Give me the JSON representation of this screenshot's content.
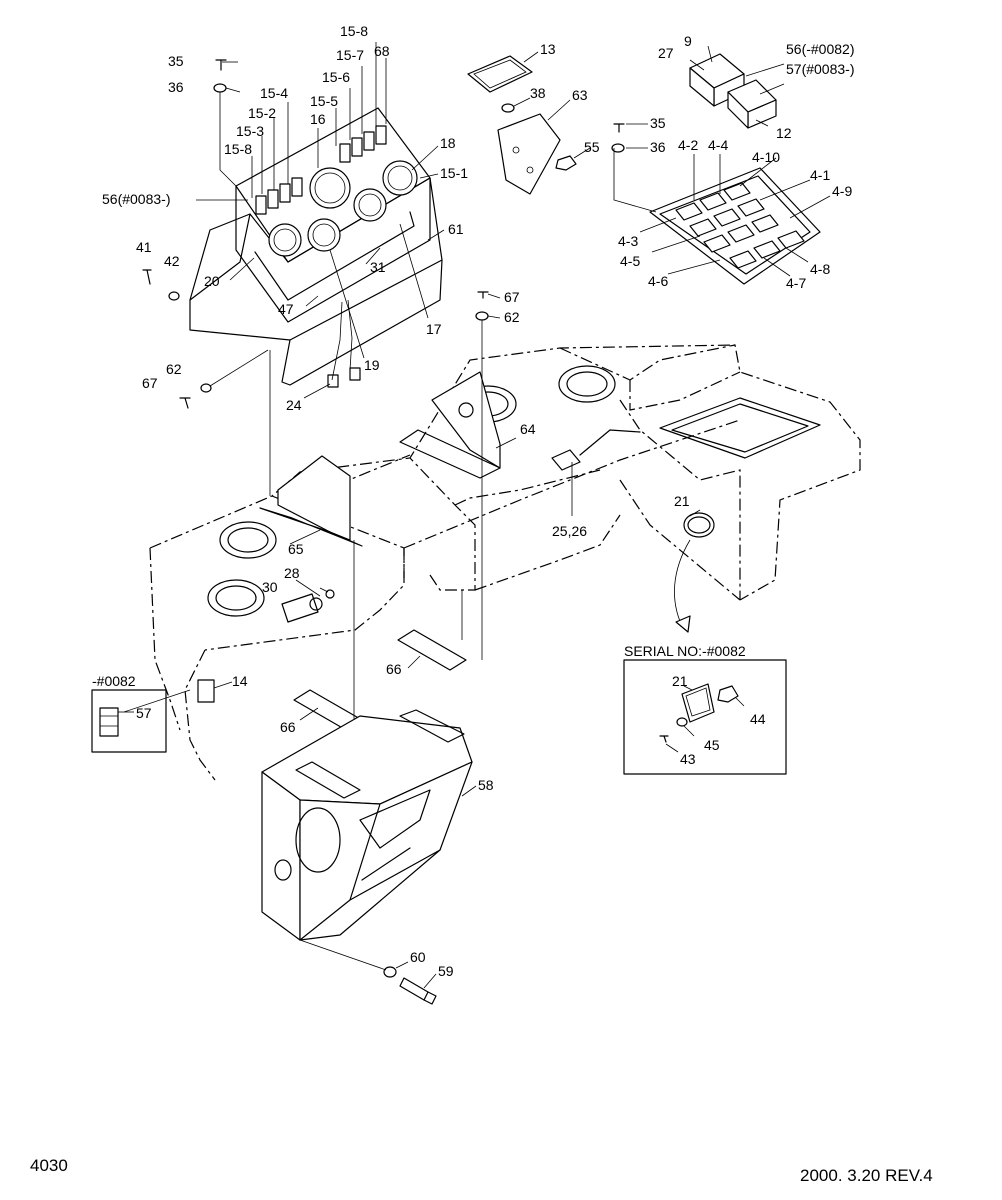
{
  "page_number": "4030",
  "revision": "2000. 3.20  REV.4",
  "serial_box_title": "SERIAL NO:-#0082",
  "small_box_title": "-#0082",
  "callouts": [
    {
      "id": "c-35a",
      "text": "35"
    },
    {
      "id": "c-36a",
      "text": "36"
    },
    {
      "id": "c-15-8a",
      "text": "15-8"
    },
    {
      "id": "c-15-7",
      "text": "15-7"
    },
    {
      "id": "c-68",
      "text": "68"
    },
    {
      "id": "c-15-6",
      "text": "15-6"
    },
    {
      "id": "c-15-5",
      "text": "15-5"
    },
    {
      "id": "c-15-4",
      "text": "15-4"
    },
    {
      "id": "c-15-2",
      "text": "15-2"
    },
    {
      "id": "c-15-3",
      "text": "15-3"
    },
    {
      "id": "c-15-8b",
      "text": "15-8"
    },
    {
      "id": "c-16",
      "text": "16"
    },
    {
      "id": "c-18",
      "text": "18"
    },
    {
      "id": "c-15-1",
      "text": "15-1"
    },
    {
      "id": "c-56-0083",
      "text": "56(#0083-)"
    },
    {
      "id": "c-61",
      "text": "61"
    },
    {
      "id": "c-41",
      "text": "41"
    },
    {
      "id": "c-42",
      "text": "42"
    },
    {
      "id": "c-20",
      "text": "20"
    },
    {
      "id": "c-31",
      "text": "31"
    },
    {
      "id": "c-47",
      "text": "47"
    },
    {
      "id": "c-17",
      "text": "17"
    },
    {
      "id": "c-19",
      "text": "19"
    },
    {
      "id": "c-62a",
      "text": "62"
    },
    {
      "id": "c-67a",
      "text": "67"
    },
    {
      "id": "c-24",
      "text": "24"
    },
    {
      "id": "c-13",
      "text": "13"
    },
    {
      "id": "c-38",
      "text": "38"
    },
    {
      "id": "c-63",
      "text": "63"
    },
    {
      "id": "c-55",
      "text": "55"
    },
    {
      "id": "c-35b",
      "text": "35"
    },
    {
      "id": "c-36b",
      "text": "36"
    },
    {
      "id": "c-9",
      "text": "9"
    },
    {
      "id": "c-27",
      "text": "27"
    },
    {
      "id": "c-56-0082",
      "text": "56(-#0082)"
    },
    {
      "id": "c-57-0083",
      "text": "57(#0083-)"
    },
    {
      "id": "c-12",
      "text": "12"
    },
    {
      "id": "c-4-2",
      "text": "4-2"
    },
    {
      "id": "c-4-4",
      "text": "4-4"
    },
    {
      "id": "c-4-10",
      "text": "4-10"
    },
    {
      "id": "c-4-1",
      "text": "4-1"
    },
    {
      "id": "c-4-9",
      "text": "4-9"
    },
    {
      "id": "c-4-3",
      "text": "4-3"
    },
    {
      "id": "c-4-5",
      "text": "4-5"
    },
    {
      "id": "c-4-6",
      "text": "4-6"
    },
    {
      "id": "c-4-7",
      "text": "4-7"
    },
    {
      "id": "c-4-8",
      "text": "4-8"
    },
    {
      "id": "c-67b",
      "text": "67"
    },
    {
      "id": "c-62b",
      "text": "62"
    },
    {
      "id": "c-64",
      "text": "64"
    },
    {
      "id": "c-21a",
      "text": "21"
    },
    {
      "id": "c-25-26",
      "text": "25,26"
    },
    {
      "id": "c-65",
      "text": "65"
    },
    {
      "id": "c-28",
      "text": "28"
    },
    {
      "id": "c-30",
      "text": "30"
    },
    {
      "id": "c-14",
      "text": "14"
    },
    {
      "id": "c-57",
      "text": "57"
    },
    {
      "id": "c-66a",
      "text": "66"
    },
    {
      "id": "c-66b",
      "text": "66"
    },
    {
      "id": "c-58",
      "text": "58"
    },
    {
      "id": "c-60",
      "text": "60"
    },
    {
      "id": "c-59",
      "text": "59"
    },
    {
      "id": "c-21b",
      "text": "21"
    },
    {
      "id": "c-44",
      "text": "44"
    },
    {
      "id": "c-45",
      "text": "45"
    },
    {
      "id": "c-43",
      "text": "43"
    }
  ]
}
